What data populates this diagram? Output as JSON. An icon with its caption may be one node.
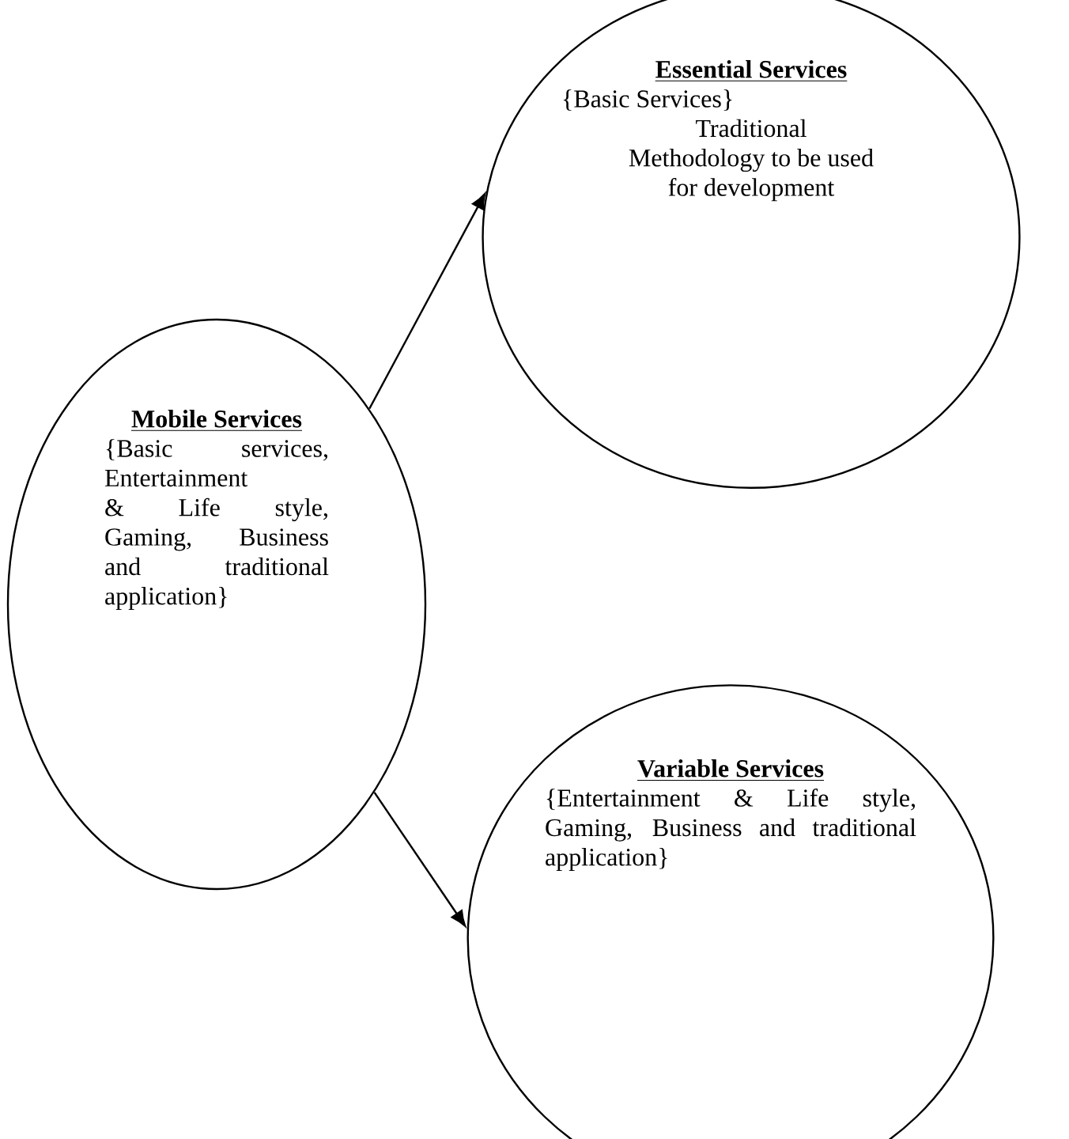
{
  "diagram": {
    "nodes": [
      {
        "text": [
          "Mobile Services",
          "{Basic services, Entertainment & Life style, Gaming, Business and traditional application}"
        ]
      },
      {
        "text": [
          "Essential Services",
          "{Basic Services}",
          "Traditional Methodology to be used for development"
        ]
      },
      {
        "text": [
          "Variable Services",
          "{Entertainment & Life style, Gaming, Business and traditional application}"
        ]
      }
    ],
    "edges": [
      {
        "from": 0,
        "to": 1,
        "arrow": "to"
      },
      {
        "from": 0,
        "to": 2,
        "arrow": "to"
      }
    ]
  }
}
